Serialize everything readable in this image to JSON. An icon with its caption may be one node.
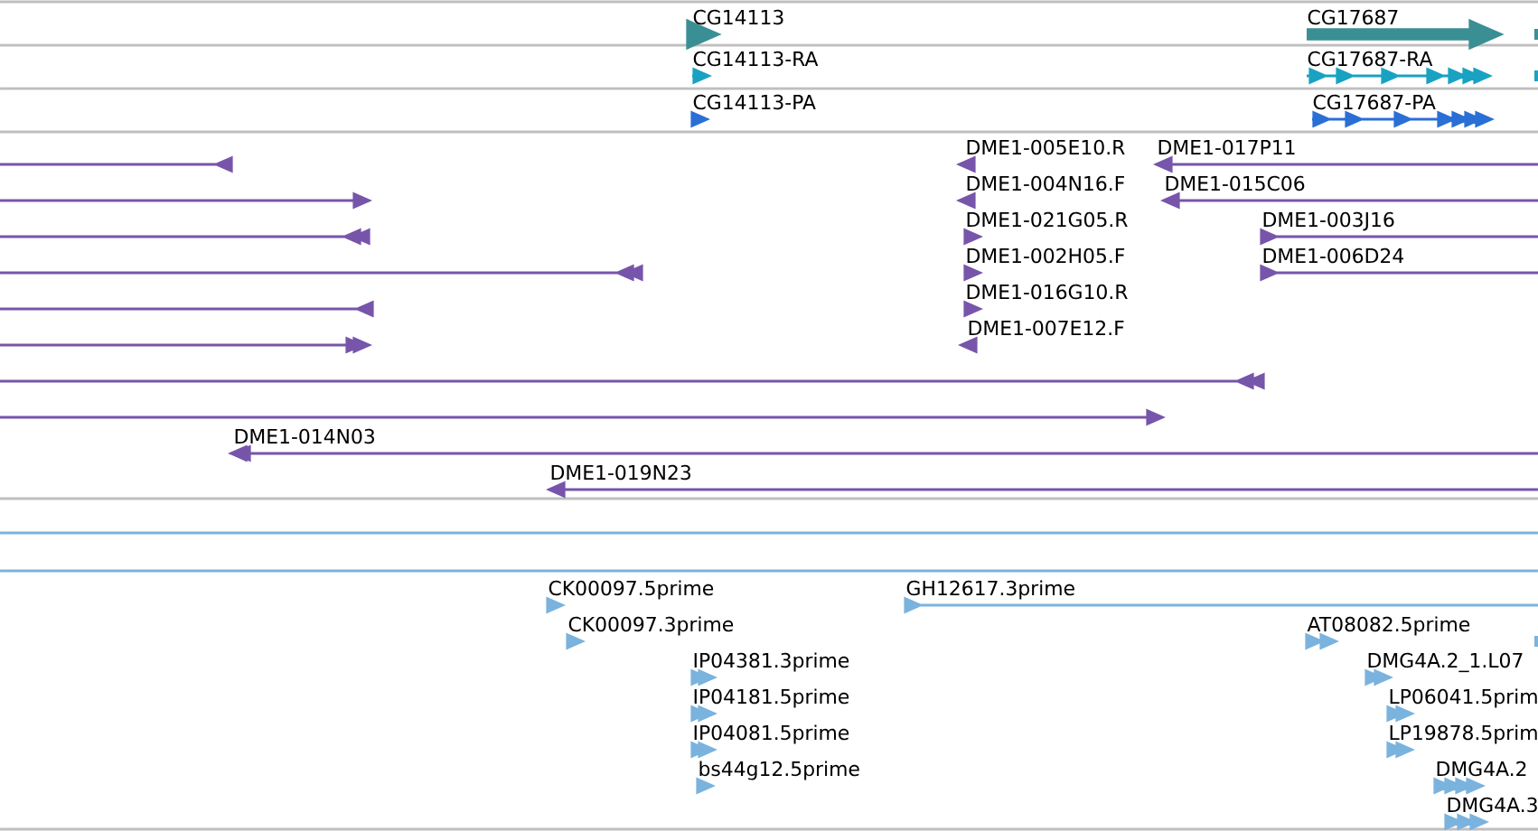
{
  "diagram": {
    "labels": [
      "CG14113",
      "CG17687",
      "CG14113-RA",
      "CG17687-RA",
      "CG14113-PA",
      "CG17687-PA",
      "DME1-005E10.R",
      "DME1-017P11",
      "DME1-004N16.F",
      "DME1-015C06",
      "DME1-021G05.R",
      "DME1-003J16",
      "DME1-002H05.F",
      "DME1-006D24",
      "DME1-016G10.R",
      "DME1-007E12.F",
      "DME1-014N03",
      "DME1-019N23",
      "CK00097.5prime",
      "GH12617.3prime",
      "CK00097.3prime",
      "AT08082.5prime",
      "IP04381.3prime",
      "DMG4A.2_1.L07",
      "IP04181.5prime",
      "LP06041.5prim",
      "IP04081.5prime",
      "LP19878.5prim",
      "bs44g12.5prime",
      "DMG4A.2",
      "DMG4A.3"
    ]
  }
}
